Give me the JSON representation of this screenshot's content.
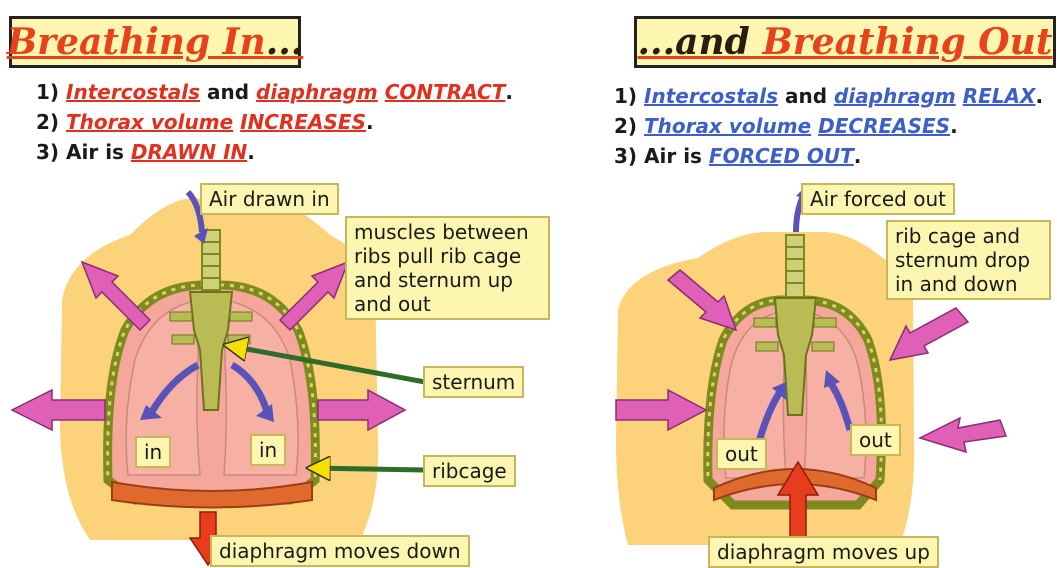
{
  "left": {
    "title": "Breathing In",
    "title_suffix": "...",
    "steps": [
      {
        "num": "1)",
        "a": "Intercostals",
        "mid": "and",
        "b": "diaphragm",
        "c": "CONTRACT",
        "end": "."
      },
      {
        "num": "2)",
        "a": "Thorax volume",
        "c": "INCREASES",
        "end": "."
      },
      {
        "num": "3)",
        "pre": "Air is",
        "c": "DRAWN IN",
        "end": "."
      }
    ],
    "labels": {
      "air": "Air drawn in",
      "muscles": "muscles between ribs pull rib cage and sternum up and out",
      "sternum": "sternum",
      "ribcage": "ribcage",
      "in_left": "in",
      "in_right": "in",
      "diaphragm": "diaphragm moves down"
    }
  },
  "right": {
    "title_prefix": "...and ",
    "title": "Breathing Out",
    "steps": [
      {
        "num": "1)",
        "a": "Intercostals",
        "mid": "and",
        "b": "diaphragm",
        "c": "RELAX",
        "end": "."
      },
      {
        "num": "2)",
        "a": "Thorax volume",
        "c": "DECREASES",
        "end": "."
      },
      {
        "num": "3)",
        "pre": "Air is",
        "c": "FORCED OUT",
        "end": "."
      }
    ],
    "labels": {
      "air": "Air forced out",
      "ribcage": "rib cage and sternum drop in and down",
      "out_left": "out",
      "out_right": "out",
      "diaphragm": "diaphragm moves up"
    }
  },
  "colors": {
    "skin": "#fcd27a",
    "lung": "#f4a79a",
    "ribcage": "#7f8a1e",
    "bone": "#b9bb55",
    "arrow_pink": "#e060b8",
    "arrow_blue": "#5a52b8",
    "arrow_red": "#e83d1d",
    "label_bg": "#fdf6b0"
  }
}
